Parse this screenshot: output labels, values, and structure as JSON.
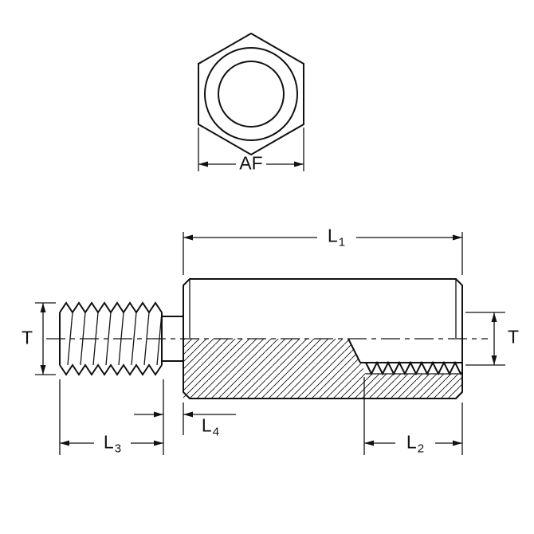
{
  "drawing": {
    "line_color": "#111111",
    "background_color": "#ffffff"
  },
  "labels": {
    "af": "AF",
    "t_left": "T",
    "t_right": "T",
    "l1": {
      "main": "L",
      "sub": "1"
    },
    "l2": {
      "main": "L",
      "sub": "2"
    },
    "l3": {
      "main": "L",
      "sub": "3"
    },
    "l4": {
      "main": "L",
      "sub": "4"
    }
  }
}
